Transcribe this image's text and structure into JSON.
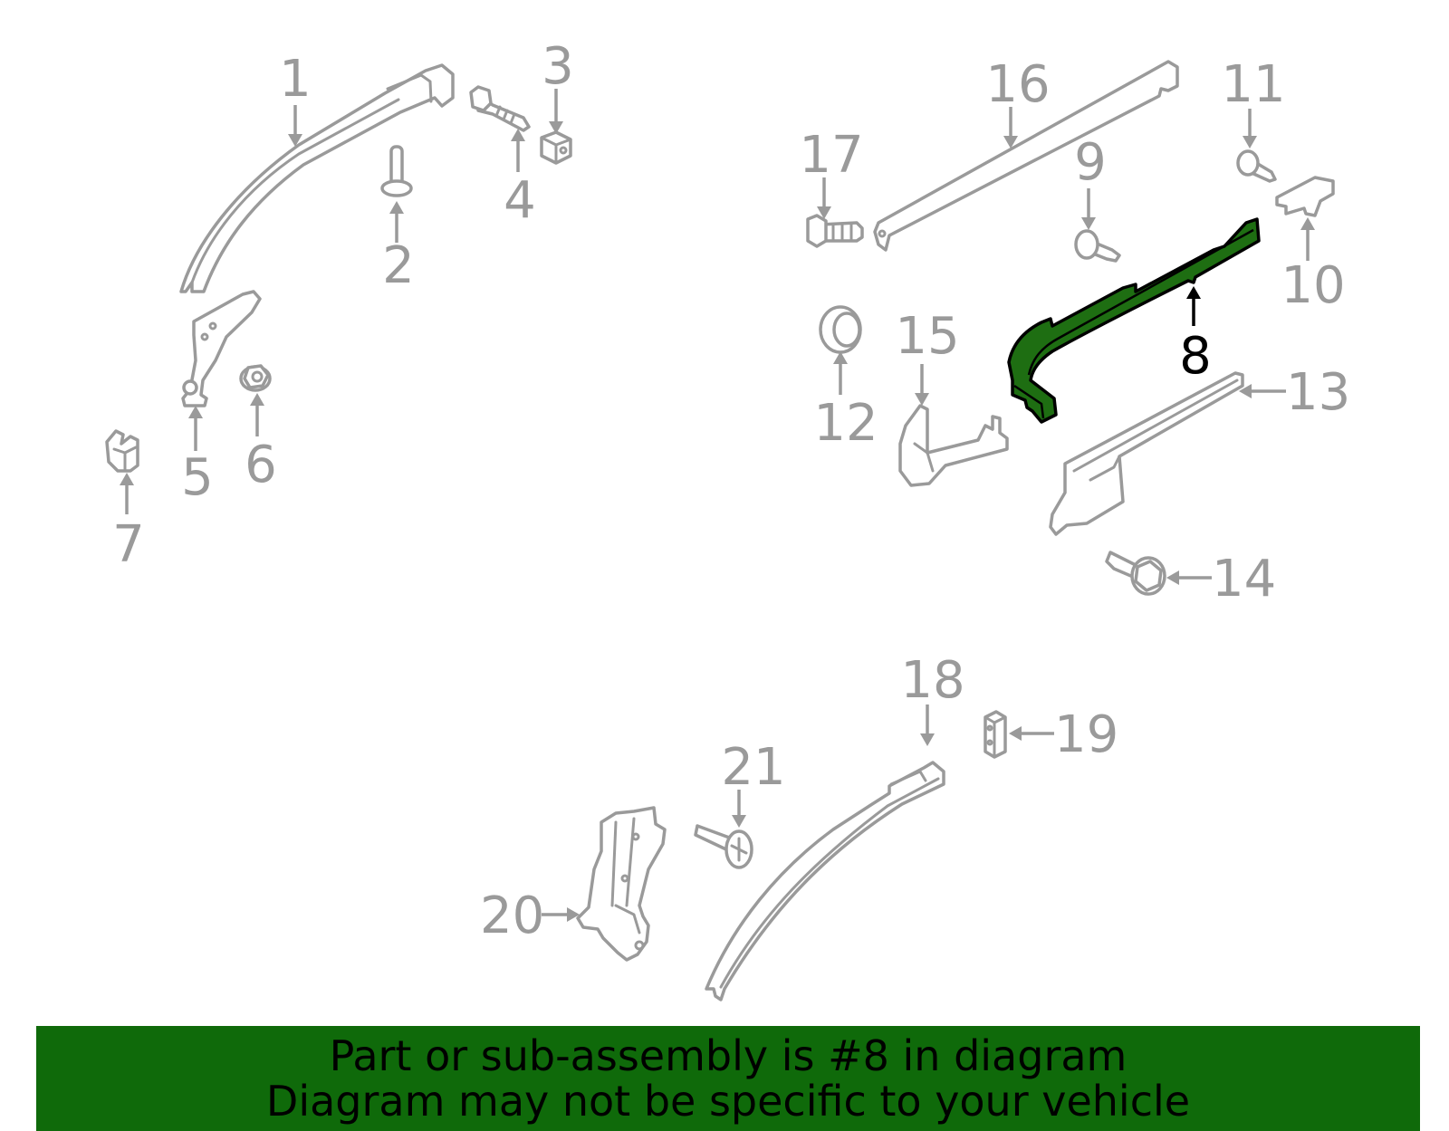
{
  "colors": {
    "highlight_fill": "#1e6e12",
    "highlight_stroke": "#000000",
    "part_stroke": "#9a9a9a",
    "banner_bg": "#0f6a0a",
    "banner_text": "#000000"
  },
  "selected_part": "8",
  "callouts": {
    "c1": "1",
    "c2": "2",
    "c3": "3",
    "c4": "4",
    "c5": "5",
    "c6": "6",
    "c7": "7",
    "c8": "8",
    "c9": "9",
    "c10": "10",
    "c11": "11",
    "c12": "12",
    "c13": "13",
    "c14": "14",
    "c15": "15",
    "c16": "16",
    "c17": "17",
    "c18": "18",
    "c19": "19",
    "c20": "20",
    "c21": "21"
  },
  "banner": {
    "line1": "Part or sub-assembly is #8 in diagram",
    "line2": "Diagram may not be specific to your vehicle"
  }
}
